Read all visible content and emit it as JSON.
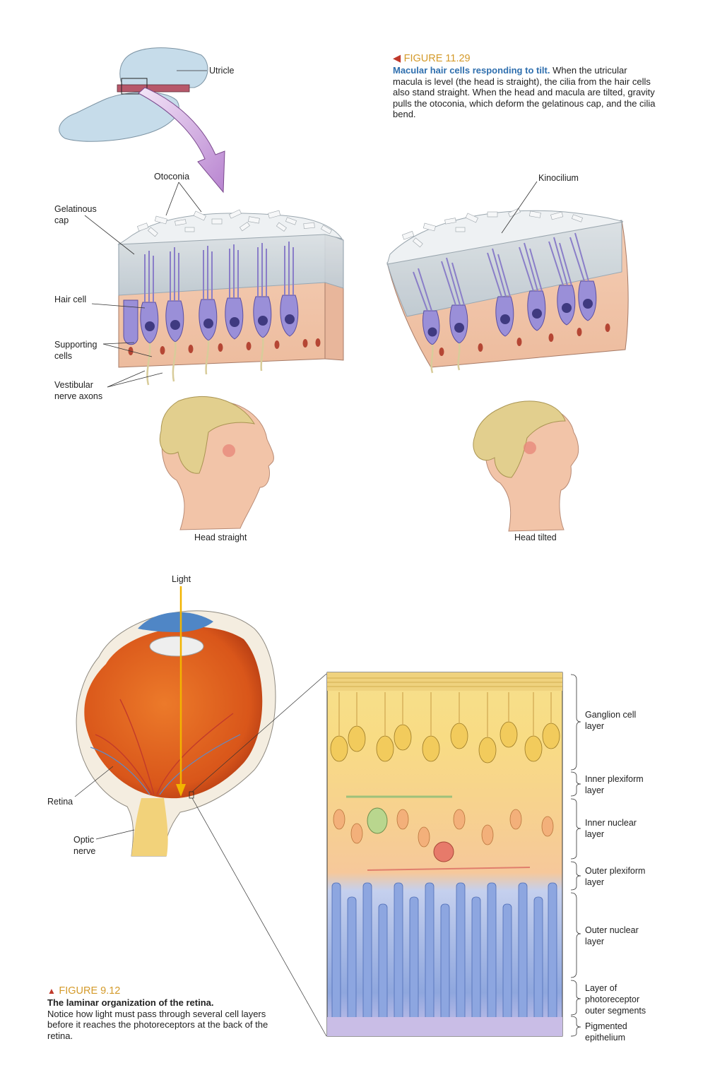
{
  "figure_11_29": {
    "number": "FIGURE 11.29",
    "marker": "◀",
    "title": "Macular hair cells responding to tilt.",
    "text": " When the utricular macula is level (the head is straight), the cilia from the hair cells also stand straight. When the head and macula are tilted, gravity pulls the otoconia, which deform the gelatinous cap, and the cilia bend.",
    "labels": {
      "utricle": "Utricle",
      "otoconia": "Otoconia",
      "gelatinous_cap": "Gelatinous\ncap",
      "hair_cell": "Hair cell",
      "supporting_cells": "Supporting\ncells",
      "vestibular_nerve_axons": "Vestibular\nnerve axons",
      "kinocilium": "Kinocilium",
      "head_straight": "Head straight",
      "head_tilted": "Head tilted"
    }
  },
  "figure_9_12": {
    "number": "FIGURE 9.12",
    "marker": "▲",
    "title": "The laminar organization of the retina.",
    "text": "Notice how light must pass through several cell layers before it reaches the photoreceptors at the back of the retina.",
    "labels": {
      "light": "Light",
      "retina": "Retina",
      "optic_nerve": "Optic\nnerve"
    },
    "layers": [
      "Ganglion cell\nlayer",
      "Inner plexiform\nlayer",
      "Inner nuclear\nlayer",
      "Outer plexiform\nlayer",
      "Outer nuclear\nlayer",
      "Layer of\nphotoreceptor\nouter segments",
      "Pigmented\nepithelium"
    ]
  },
  "colors": {
    "figure_number": "#d49a2a",
    "figure_title": "#2f6fae",
    "hair_cell": "#8a7fd0",
    "supporting_cell": "#f1c9b0",
    "eye_interior": "#e0621e",
    "light_arrow": "#f2b400",
    "ganglion_layer": "#f3d47a",
    "photoreceptor_layer": "#8fa7de"
  }
}
